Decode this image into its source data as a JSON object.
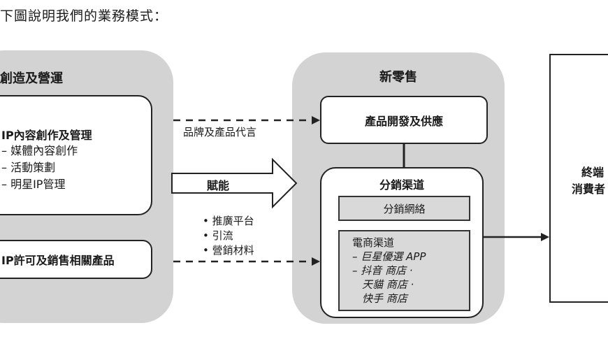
{
  "intro": "下圖說明我們的業務模式：",
  "left_panel": {
    "title": "創造及營運",
    "ip_box": {
      "title": "IP內容創作及管理",
      "items": [
        "– 媒體內容創作",
        "– 活動策劃",
        "– 明星IP管理"
      ]
    },
    "license_box": {
      "label": "IP許可及銷售相關產品"
    }
  },
  "connectors": {
    "top_label": "品牌及產品代言",
    "arrow_label": "賦能",
    "bullets": [
      "• 推廣平台",
      "• 引流",
      "• 營銷材料"
    ]
  },
  "center_panel": {
    "title": "新零售",
    "dev_box": {
      "label": "產品開發及供應"
    },
    "dist_box": {
      "title": "分銷渠道",
      "network": "分銷網絡",
      "ecom_title": "電商渠道",
      "ecom_lines": [
        "– 巨星優選 APP",
        "– 抖音 商店 ·",
        "天貓 商店 ·",
        "快手 商店"
      ]
    }
  },
  "right_box": {
    "lines": [
      "終端",
      "消費者"
    ]
  }
}
